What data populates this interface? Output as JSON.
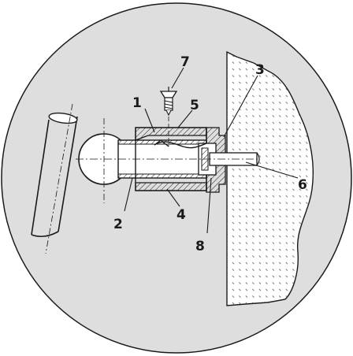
{
  "colors": {
    "background_disc": "#dedede",
    "wall": "#ffffff",
    "stroke": "#1a1a1a"
  },
  "callouts": [
    {
      "id": "1",
      "text": "1"
    },
    {
      "id": "2",
      "text": "2"
    },
    {
      "id": "3",
      "text": "3"
    },
    {
      "id": "4",
      "text": "4"
    },
    {
      "id": "5",
      "text": "5"
    },
    {
      "id": "6",
      "text": "6"
    },
    {
      "id": "7",
      "text": "7"
    },
    {
      "id": "8",
      "text": "8"
    }
  ]
}
